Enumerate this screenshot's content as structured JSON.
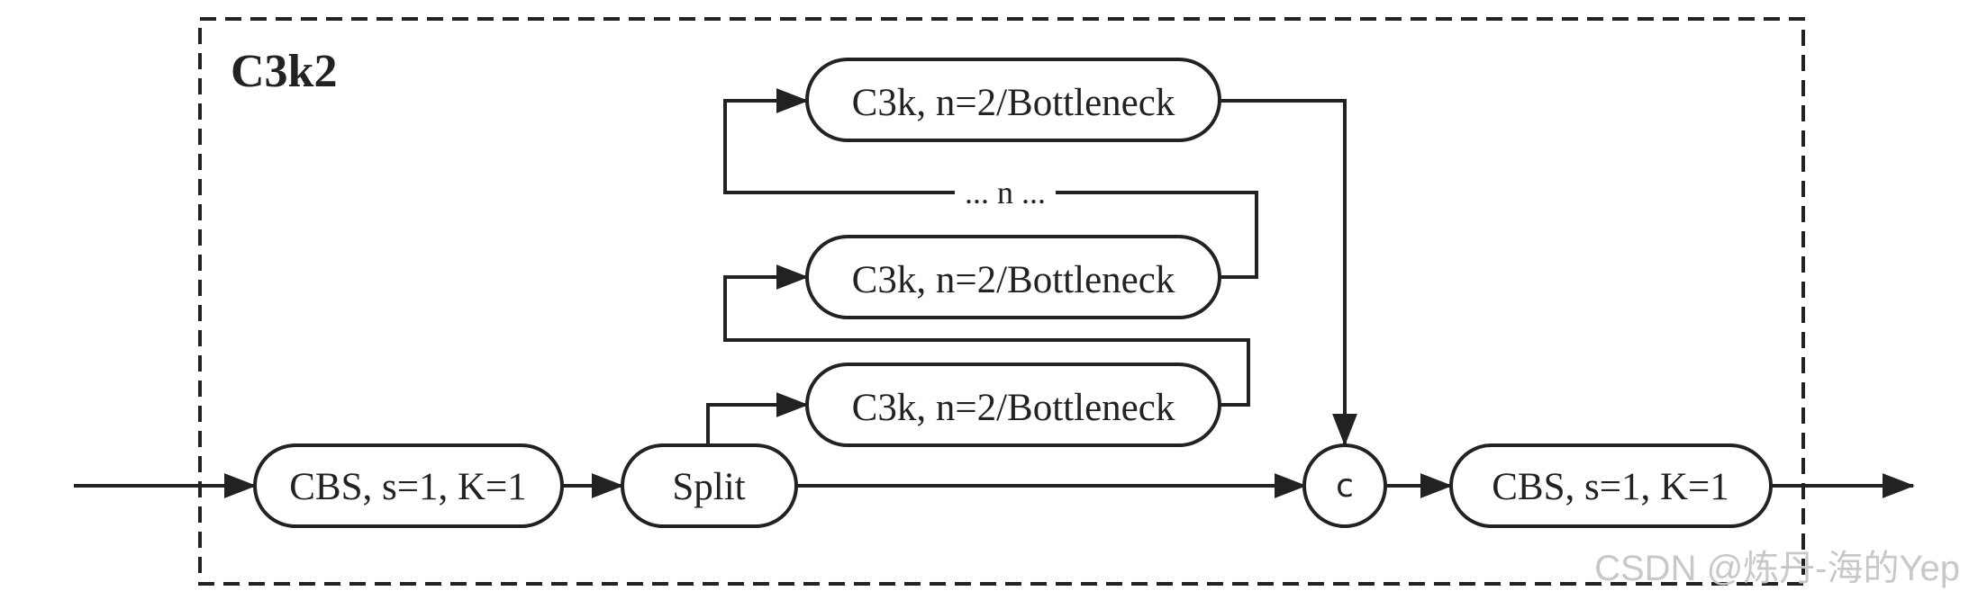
{
  "diagram": {
    "title": "C3k2",
    "nodes": {
      "cbs_in": "CBS, s=1, K=1",
      "split": "Split",
      "c3k_top": "C3k, n=2/Bottleneck",
      "c3k_mid": "C3k, n=2/Bottleneck",
      "c3k_bottom": "C3k, n=2/Bottleneck",
      "concat": "c",
      "cbs_out": "CBS, s=1, K=1"
    },
    "repeat_label": "... n ..."
  },
  "watermark": "CSDN @炼丹-海的Yep",
  "colors": {
    "stroke": "#222222",
    "background": "#ffffff",
    "watermark": "#c8c8c8"
  }
}
